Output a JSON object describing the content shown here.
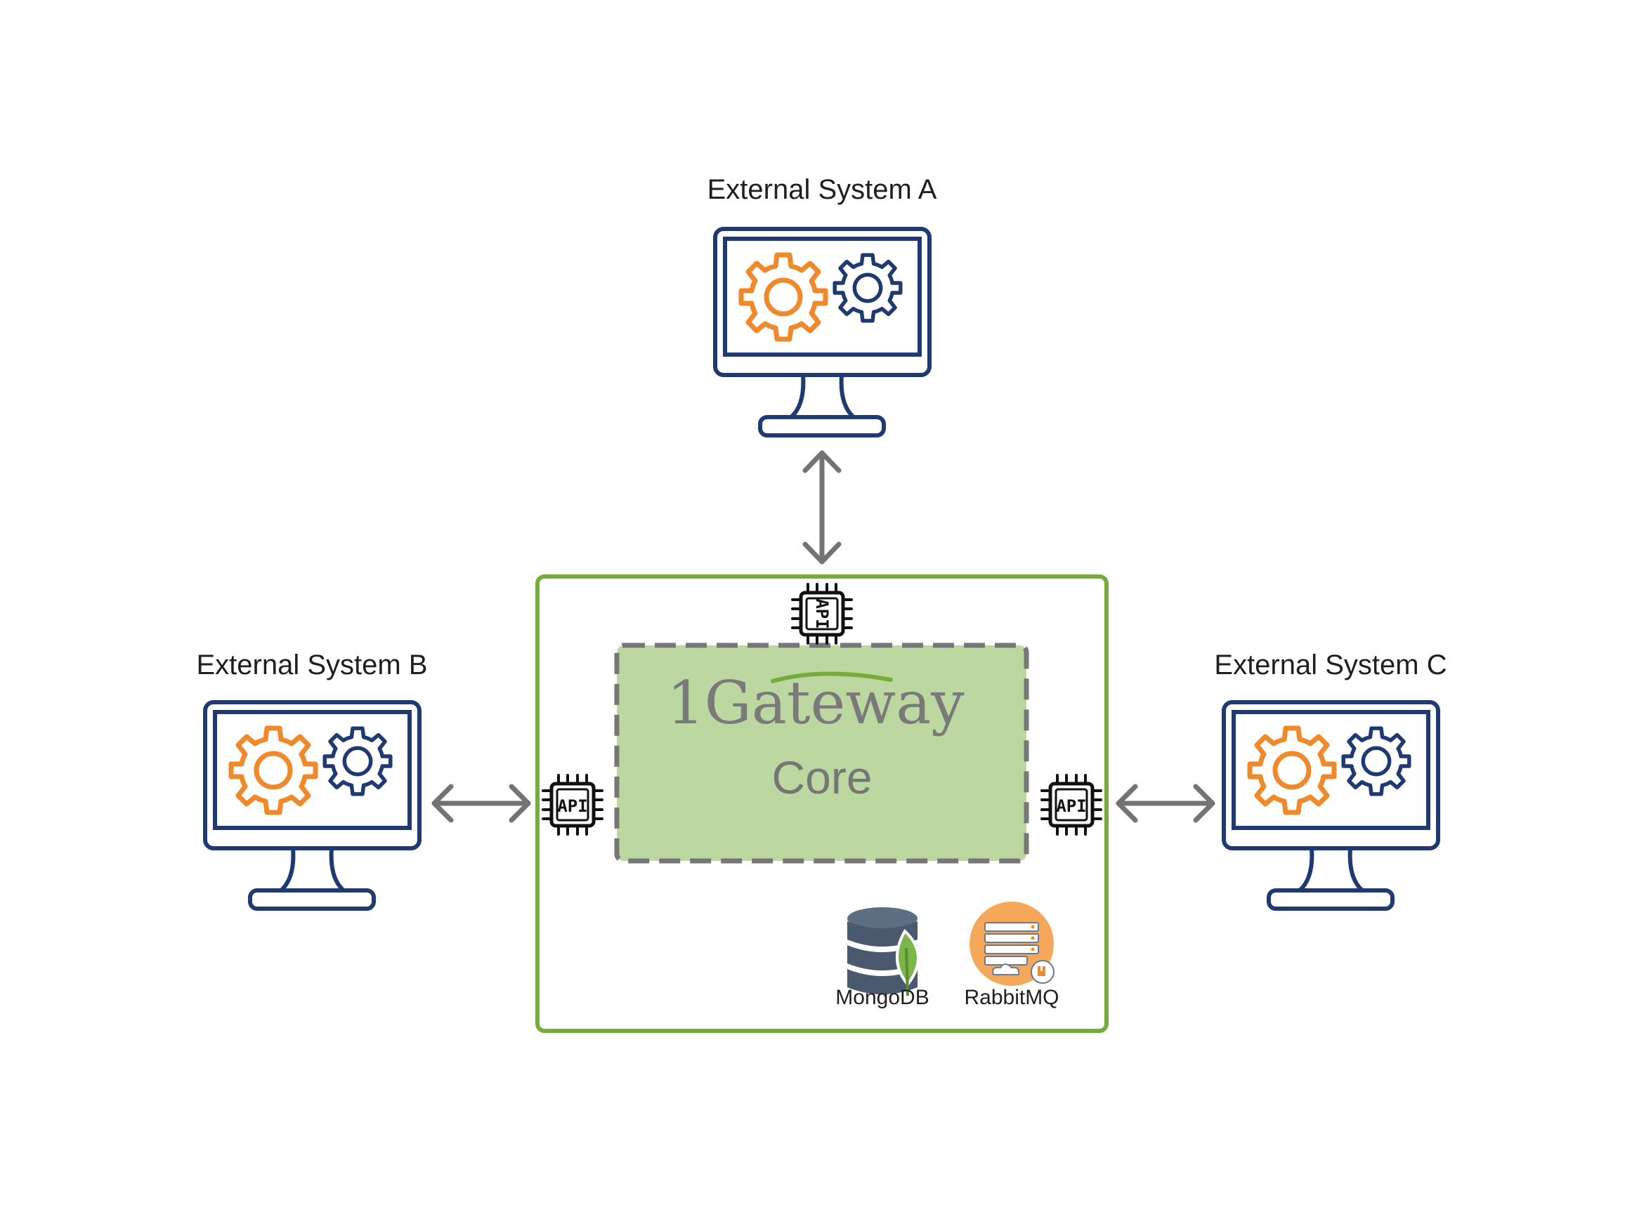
{
  "systems": [
    {
      "id": "a",
      "label": "External System A",
      "icon": "monitor-gears-icon"
    },
    {
      "id": "b",
      "label": "External System B",
      "icon": "monitor-gears-icon"
    },
    {
      "id": "c",
      "label": "External System C",
      "icon": "monitor-gears-icon"
    }
  ],
  "gateway": {
    "logo": "1Gateway",
    "core_label": "Core",
    "api_chip_text": "API",
    "api_chip_icon": "api-chip-icon"
  },
  "services": [
    {
      "label": "MongoDB",
      "icon": "mongodb-database-icon"
    },
    {
      "label": "RabbitMQ",
      "icon": "rabbitmq-server-icon"
    }
  ],
  "colors": {
    "container_border": "#76ac3c",
    "core_fill": "#bdd7a0",
    "core_border": "#777777",
    "monitor": "#1f3a72",
    "gear_orange": "#f0892a",
    "gear_navy": "#1f3a72",
    "arrow": "#737373",
    "logo_arc": "#76ac3c"
  }
}
